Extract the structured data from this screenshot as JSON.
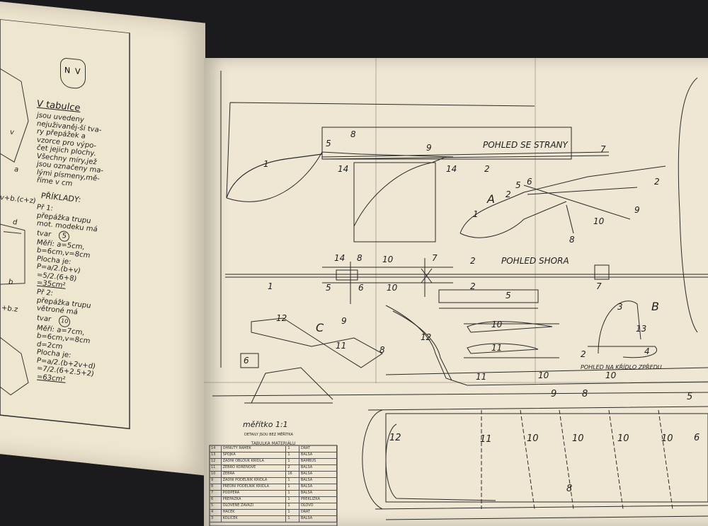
{
  "left_page": {
    "icon_letters": [
      "N",
      "V"
    ],
    "heading": "V tabulce",
    "intro_lines": [
      "jsou uvedeny",
      "nejuživaněj-ší tva-",
      "ry přepážek a",
      "vzorce pro výpo-",
      "čet jejich plochy.",
      "Všechny míry,jež",
      "jsou označeny ma-",
      "lými písmeny,mě-",
      "říme v cm"
    ],
    "examples_heading": "PŘÍKLADY:",
    "example1": [
      "Př 1:",
      "přepážka trupu",
      "mot. modeku má",
      "tvar",
      "Měří: a=5cm,",
      "b=6cm,v=8cm",
      "Plocha je:",
      "P=a/2.(b+v)",
      "=5/2.(6+8)",
      "=35cm²"
    ],
    "example1_shape_no": "5",
    "example2": [
      "Př 2:",
      "přepážka trupu",
      "větroné má",
      "tvar",
      "Měří: a=7cm,",
      "b=6cm,v=8cm",
      "d=2cm",
      "Plocha je:",
      "P=a/2.(b+2v+d)",
      "=7/2.(6+2.5+2)",
      "=63cm²"
    ],
    "example2_shape_no": "10",
    "formula_fragments": [
      "v+b.(c+z)",
      "+b.z"
    ],
    "edge_letters": [
      "d",
      "b",
      "a",
      "v"
    ]
  },
  "plan": {
    "view_side": "POHLED SE STRANY",
    "view_top": "POHLED SHORA",
    "view_front": "POHLED NA KŘÍDLO ZPŘEDU",
    "detail_labels": [
      "A",
      "B",
      "C"
    ],
    "scale_label": "měřítko 1:1",
    "scale_note": "DETAILY JSOU BEZ MĚŘÍTKA",
    "table_title": "TABULKA MATERIÁLU",
    "part_numbers_side": [
      "1",
      "5",
      "8",
      "9",
      "14",
      "2",
      "7",
      "6",
      "3"
    ],
    "part_numbers_top": [
      "14",
      "8",
      "10",
      "7",
      "2",
      "1",
      "5",
      "6",
      "7",
      "5"
    ],
    "part_numbers_wing": [
      "12",
      "11",
      "10",
      "10",
      "10",
      "10",
      "6",
      "8",
      "9",
      "8",
      "5"
    ],
    "detail_a_numbers": [
      "1",
      "2",
      "5",
      "6",
      "2",
      "9",
      "10",
      "8"
    ],
    "detail_b_numbers": [
      "3",
      "13",
      "2",
      "4"
    ],
    "detail_c_numbers": [
      "12",
      "9",
      "11",
      "8",
      "6"
    ],
    "profile_numbers": [
      "10",
      "11",
      "12"
    ],
    "table_rows": [
      [
        "14",
        "OHNUTÝ RÁMEK",
        "1",
        "DRÁT"
      ],
      [
        "13",
        "SPOJKA",
        "1",
        "BALSA"
      ],
      [
        "12",
        "ZADNÍ OBLOUK KŘÍDLA",
        "1",
        "BAMBUS"
      ],
      [
        "11",
        "ŽEBRO KOŘENOVÉ",
        "2",
        "BALSA"
      ],
      [
        "10",
        "ŽEBRA",
        "16",
        "BALSA"
      ],
      [
        "9",
        "ZADNÍ PODÉLNÍK KŘÍDLA",
        "1",
        "BALSA"
      ],
      [
        "8",
        "PŘEDNÍ PODÉLNÍK KŘÍDLA",
        "1",
        "BALSA"
      ],
      [
        "7",
        "PODPĚRA",
        "1",
        "BALSA"
      ],
      [
        "6",
        "PŘEPÁŽKA",
        "1",
        "PREKLIŽKA"
      ],
      [
        "5",
        "OLOVĚNÉ ZÁVAŽÍ",
        "1",
        "OLOVO"
      ],
      [
        "4",
        "HÁČEK",
        "1",
        "DRÁT"
      ],
      [
        "3",
        "KOLÍČEK",
        "1",
        "BALSA"
      ]
    ]
  }
}
